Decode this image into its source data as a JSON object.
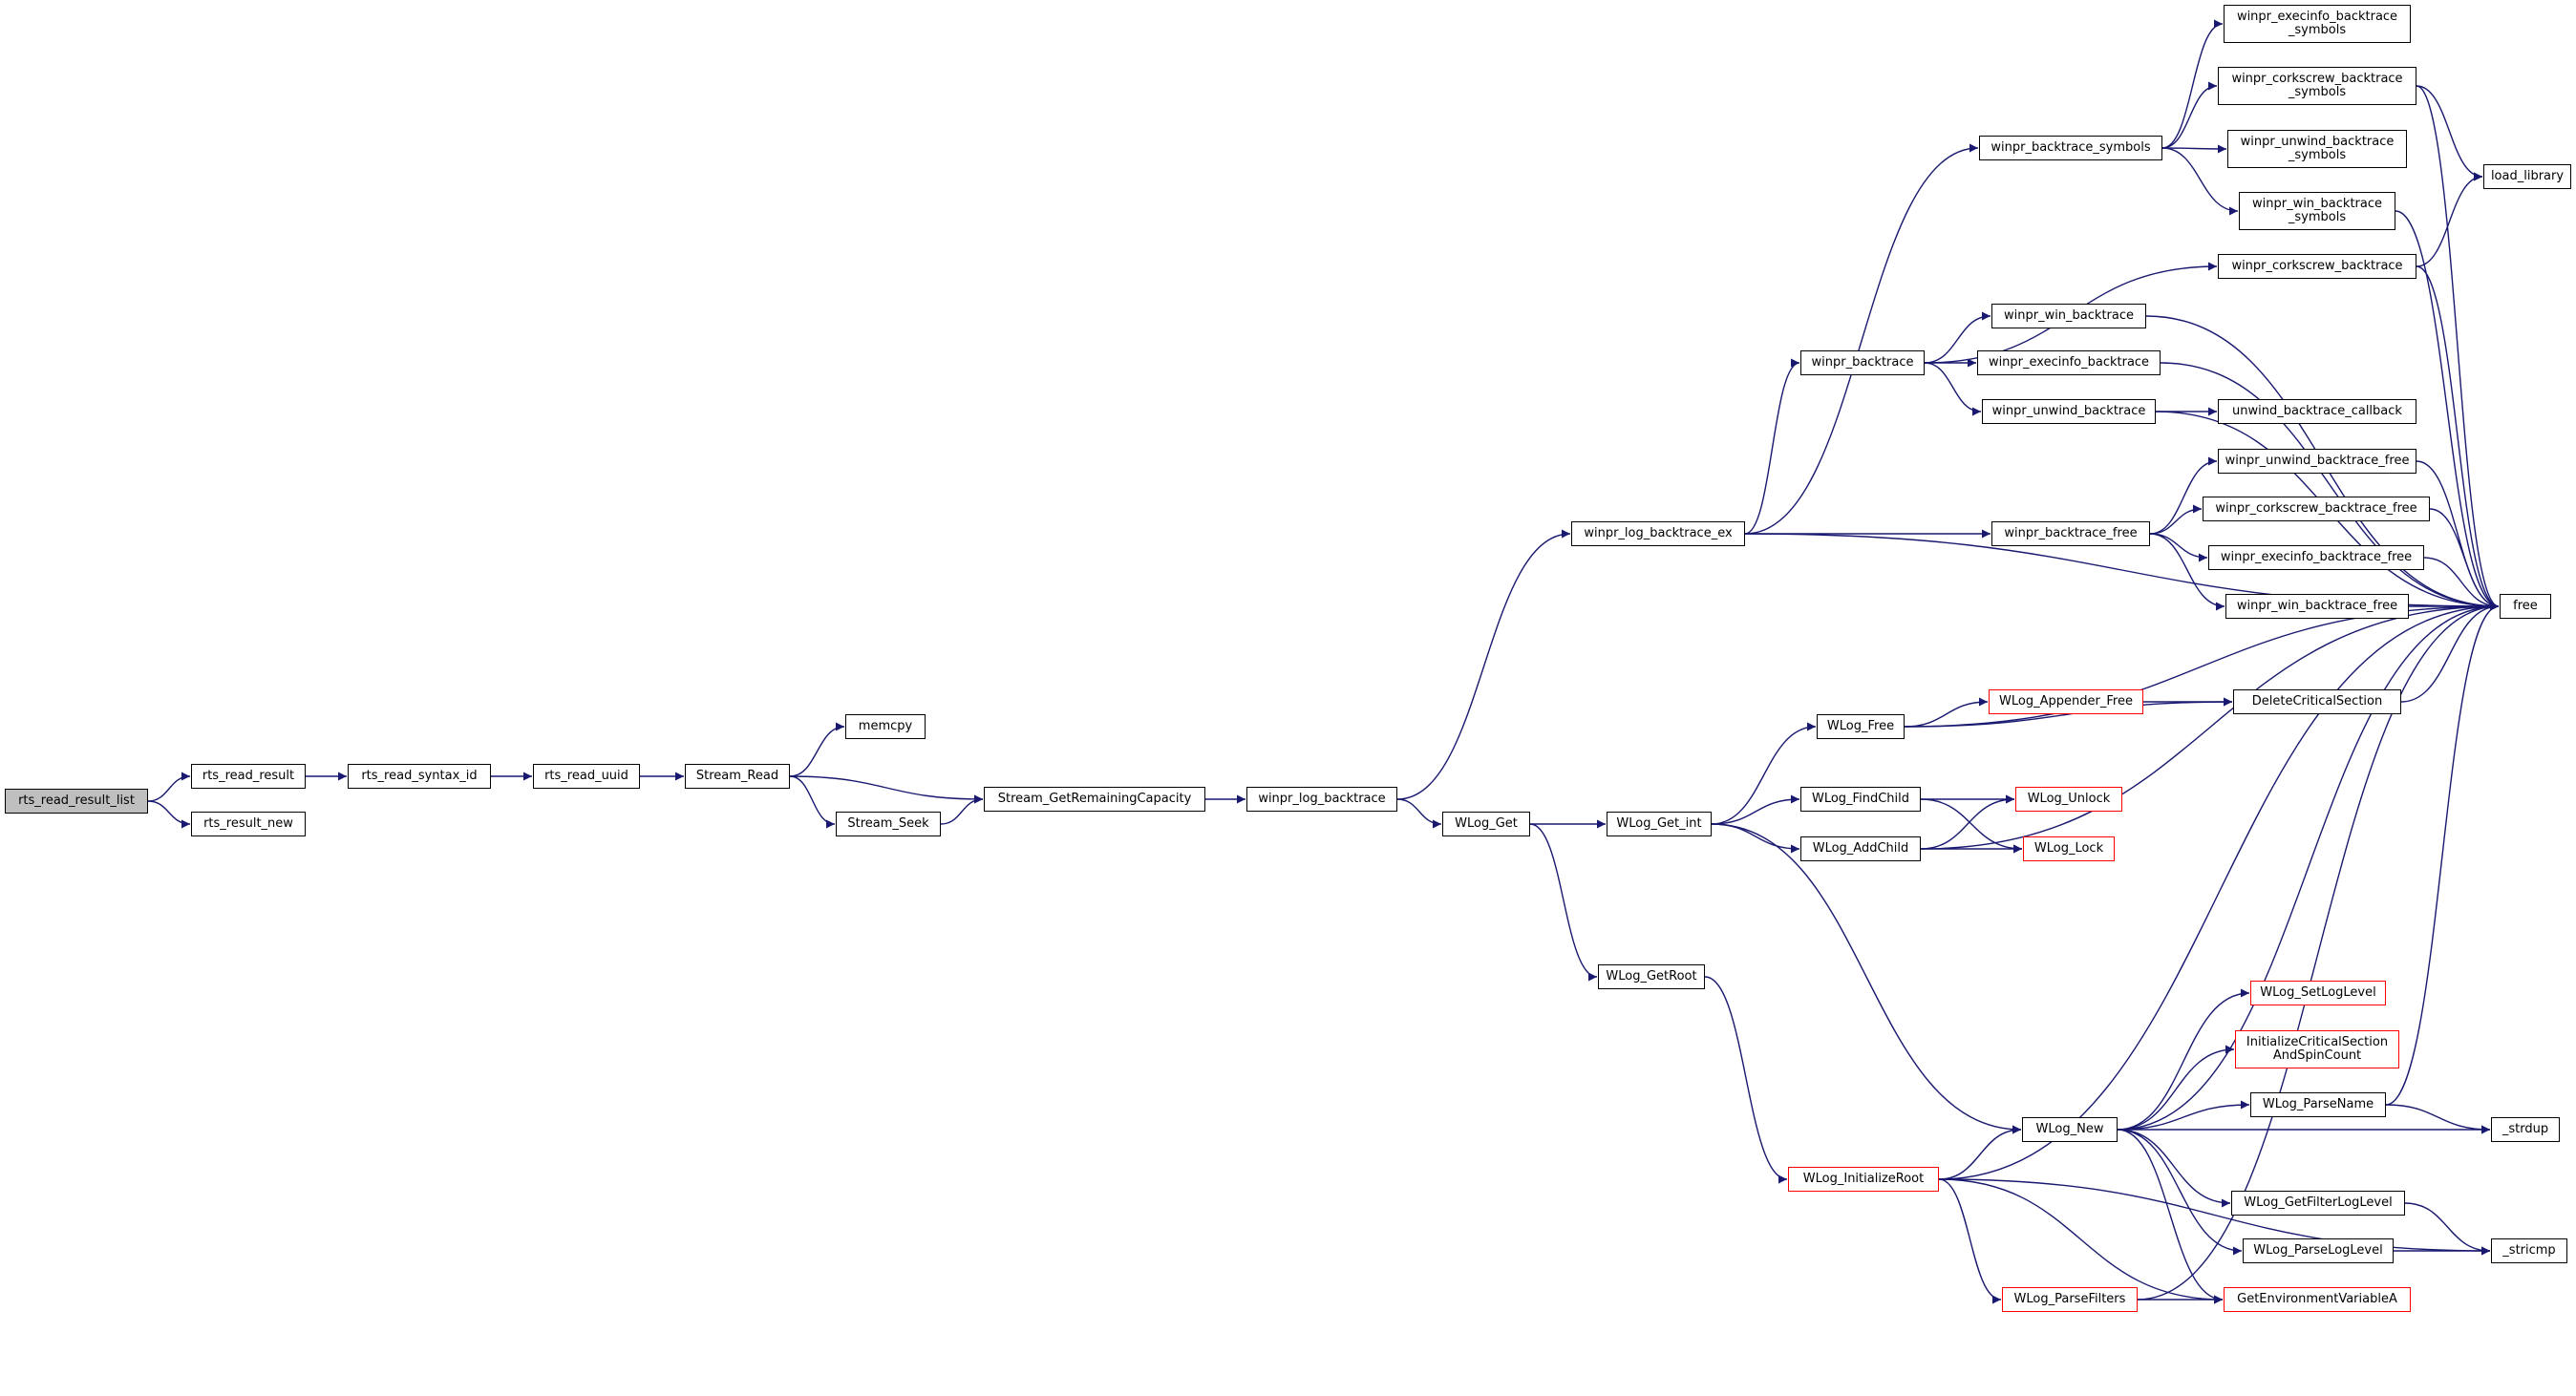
{
  "colors": {
    "edge": "#191970",
    "node_border": "#000000",
    "truncated_border": "#ff0000",
    "root_fill": "#bfbfbf"
  },
  "nodes": [
    {
      "id": "n0",
      "label": "rts_read_result_list"
    },
    {
      "id": "n1",
      "label": "rts_read_result"
    },
    {
      "id": "n2",
      "label": "rts_result_new"
    },
    {
      "id": "n3",
      "label": "rts_read_syntax_id"
    },
    {
      "id": "n4",
      "label": "rts_read_uuid"
    },
    {
      "id": "n5",
      "label": "Stream_Read"
    },
    {
      "id": "n6",
      "label": "memcpy"
    },
    {
      "id": "n7",
      "label": "Stream_GetRemainingCapacity"
    },
    {
      "id": "n8",
      "label": "Stream_Seek"
    },
    {
      "id": "n9",
      "label": "winpr_log_backtrace"
    },
    {
      "id": "n10",
      "label": "winpr_log_backtrace_ex"
    },
    {
      "id": "n11",
      "label": "WLog_Get"
    },
    {
      "id": "n12",
      "label": "winpr_backtrace_symbols"
    },
    {
      "id": "n13",
      "label": "winpr_backtrace"
    },
    {
      "id": "n14",
      "label": "winpr_backtrace_free"
    },
    {
      "id": "n15",
      "label": "free"
    },
    {
      "id": "n16",
      "label": "WLog_Get_int"
    },
    {
      "id": "n17",
      "label": "WLog_GetRoot"
    },
    {
      "id": "n18",
      "label": "WLog_Free"
    },
    {
      "id": "n19",
      "label": "WLog_FindChild"
    },
    {
      "id": "n20",
      "label": "WLog_AddChild"
    },
    {
      "id": "n21",
      "label": "WLog_New"
    },
    {
      "id": "n22",
      "label": "WLog_InitializeRoot"
    },
    {
      "id": "n23",
      "label": "winpr_execinfo_backtrace\n_symbols"
    },
    {
      "id": "n24",
      "label": "winpr_corkscrew_backtrace\n_symbols"
    },
    {
      "id": "n25",
      "label": "winpr_unwind_backtrace\n_symbols"
    },
    {
      "id": "n26",
      "label": "winpr_win_backtrace\n_symbols"
    },
    {
      "id": "n27",
      "label": "load_library"
    },
    {
      "id": "n28",
      "label": "winpr_corkscrew_backtrace"
    },
    {
      "id": "n29",
      "label": "winpr_win_backtrace"
    },
    {
      "id": "n30",
      "label": "winpr_execinfo_backtrace"
    },
    {
      "id": "n31",
      "label": "winpr_unwind_backtrace"
    },
    {
      "id": "n32",
      "label": "unwind_backtrace_callback"
    },
    {
      "id": "n33",
      "label": "winpr_unwind_backtrace_free"
    },
    {
      "id": "n34",
      "label": "winpr_corkscrew_backtrace_free"
    },
    {
      "id": "n35",
      "label": "winpr_execinfo_backtrace_free"
    },
    {
      "id": "n36",
      "label": "winpr_win_backtrace_free"
    },
    {
      "id": "n37",
      "label": "WLog_Appender_Free"
    },
    {
      "id": "n38",
      "label": "DeleteCriticalSection"
    },
    {
      "id": "n39",
      "label": "WLog_Unlock"
    },
    {
      "id": "n40",
      "label": "WLog_Lock"
    },
    {
      "id": "n41",
      "label": "WLog_SetLogLevel"
    },
    {
      "id": "n42",
      "label": "InitializeCriticalSection\nAndSpinCount"
    },
    {
      "id": "n43",
      "label": "WLog_ParseName"
    },
    {
      "id": "n44",
      "label": "_strdup"
    },
    {
      "id": "n45",
      "label": "WLog_GetFilterLogLevel"
    },
    {
      "id": "n46",
      "label": "WLog_ParseLogLevel"
    },
    {
      "id": "n47",
      "label": "_stricmp"
    },
    {
      "id": "n48",
      "label": "GetEnvironmentVariableA"
    },
    {
      "id": "n49",
      "label": "WLog_ParseFilters"
    }
  ],
  "edges": [
    [
      "n0",
      "n1"
    ],
    [
      "n0",
      "n2"
    ],
    [
      "n1",
      "n3"
    ],
    [
      "n3",
      "n4"
    ],
    [
      "n4",
      "n5"
    ],
    [
      "n5",
      "n6"
    ],
    [
      "n5",
      "n7"
    ],
    [
      "n5",
      "n8"
    ],
    [
      "n8",
      "n7"
    ],
    [
      "n7",
      "n9"
    ],
    [
      "n9",
      "n10"
    ],
    [
      "n9",
      "n11"
    ],
    [
      "n10",
      "n12"
    ],
    [
      "n10",
      "n13"
    ],
    [
      "n10",
      "n14"
    ],
    [
      "n10",
      "n15"
    ],
    [
      "n12",
      "n23"
    ],
    [
      "n12",
      "n24"
    ],
    [
      "n12",
      "n25"
    ],
    [
      "n12",
      "n26"
    ],
    [
      "n24",
      "n27"
    ],
    [
      "n24",
      "n15"
    ],
    [
      "n26",
      "n15"
    ],
    [
      "n13",
      "n28"
    ],
    [
      "n13",
      "n29"
    ],
    [
      "n13",
      "n30"
    ],
    [
      "n13",
      "n31"
    ],
    [
      "n28",
      "n27"
    ],
    [
      "n28",
      "n15"
    ],
    [
      "n29",
      "n15"
    ],
    [
      "n30",
      "n15"
    ],
    [
      "n31",
      "n32"
    ],
    [
      "n31",
      "n15"
    ],
    [
      "n14",
      "n33"
    ],
    [
      "n14",
      "n34"
    ],
    [
      "n14",
      "n35"
    ],
    [
      "n14",
      "n36"
    ],
    [
      "n33",
      "n15"
    ],
    [
      "n34",
      "n15"
    ],
    [
      "n35",
      "n15"
    ],
    [
      "n36",
      "n15"
    ],
    [
      "n11",
      "n16"
    ],
    [
      "n11",
      "n17"
    ],
    [
      "n16",
      "n18"
    ],
    [
      "n16",
      "n19"
    ],
    [
      "n16",
      "n20"
    ],
    [
      "n16",
      "n21"
    ],
    [
      "n18",
      "n38"
    ],
    [
      "n18",
      "n37"
    ],
    [
      "n18",
      "n15"
    ],
    [
      "n37",
      "n38"
    ],
    [
      "n38",
      "n15"
    ],
    [
      "n19",
      "n39"
    ],
    [
      "n19",
      "n40"
    ],
    [
      "n20",
      "n39"
    ],
    [
      "n20",
      "n40"
    ],
    [
      "n20",
      "n15"
    ],
    [
      "n17",
      "n22"
    ],
    [
      "n22",
      "n21"
    ],
    [
      "n22",
      "n15"
    ],
    [
      "n22",
      "n48"
    ],
    [
      "n22",
      "n49"
    ],
    [
      "n22",
      "n47"
    ],
    [
      "n21",
      "n15"
    ],
    [
      "n21",
      "n41"
    ],
    [
      "n21",
      "n42"
    ],
    [
      "n21",
      "n43"
    ],
    [
      "n21",
      "n44"
    ],
    [
      "n21",
      "n45"
    ],
    [
      "n21",
      "n46"
    ],
    [
      "n21",
      "n48"
    ],
    [
      "n43",
      "n15"
    ],
    [
      "n43",
      "n44"
    ],
    [
      "n45",
      "n47"
    ],
    [
      "n46",
      "n47"
    ],
    [
      "n49",
      "n48"
    ],
    [
      "n49",
      "n15"
    ]
  ]
}
